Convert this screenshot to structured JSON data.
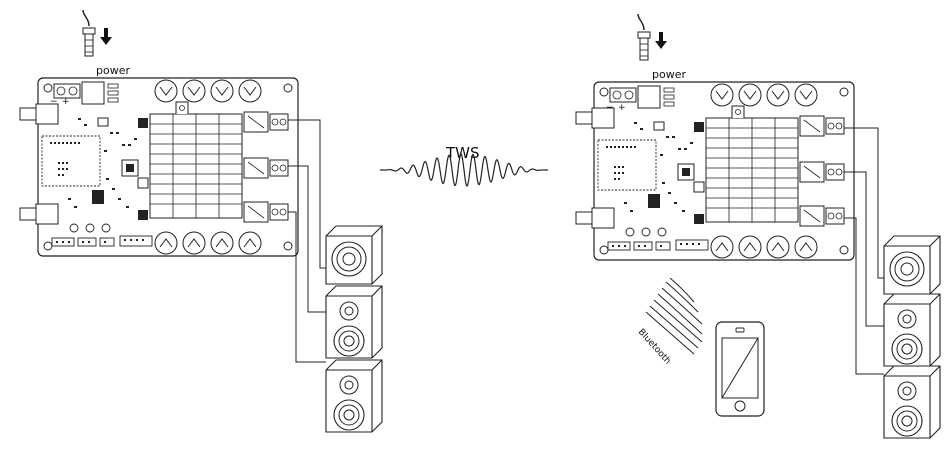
{
  "diagram": {
    "tws_label": "TWS",
    "left_setup": {
      "power_label": "power",
      "polarity_minus": "−",
      "polarity_plus": "+"
    },
    "right_setup": {
      "power_label": "power",
      "polarity_minus": "−",
      "polarity_plus": "+"
    },
    "bluetooth_label": "Bluetooth"
  },
  "colors": {
    "stroke": "#222222",
    "background": "#ffffff"
  },
  "icons": [
    "power-plug-icon",
    "arrow-down-icon",
    "amplifier-board-icon",
    "heatsink-icon",
    "speaker-icon",
    "smartphone-icon",
    "bluetooth-waves-icon",
    "tws-wave-icon"
  ]
}
